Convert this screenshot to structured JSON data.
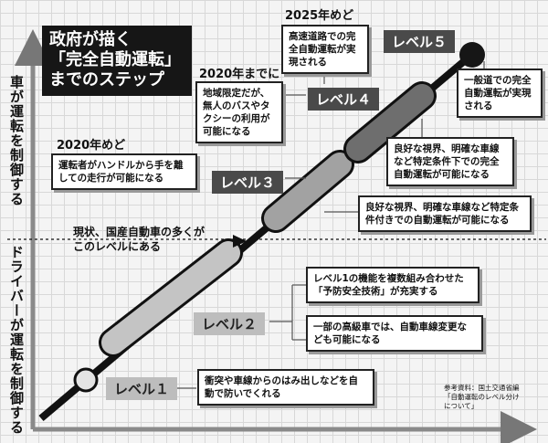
{
  "title": {
    "line1": "政府が描く",
    "line2": "「完全自動運転」",
    "line3": "までのステップ"
  },
  "axis": {
    "upper": "車が運転を制御する",
    "lower": "ドライバーが運転を制御する"
  },
  "levels": [
    {
      "label": "レベル１"
    },
    {
      "label": "レベル２"
    },
    {
      "label": "レベル３"
    },
    {
      "label": "レベル４"
    },
    {
      "label": "レベル５"
    }
  ],
  "years": {
    "y2020_around": "2020年めど",
    "y2020_by": "2020年までに",
    "y2025": "2025年めど"
  },
  "boxes": {
    "l1": "衝突や車線からのはみ出しなどを自動で防いでくれる",
    "l2a": "レベル1の機能を複数組み合わせた「予防安全技術」が充実する",
    "l2b": "一部の高級車では、自動車線変更なども可能になる",
    "l3a": "運転者がハンドルから手を離しての走行が可能になる",
    "l3b": "良好な視界、明確な車線など特定条件付きでの自動運転が可能になる",
    "l4a": "地域限定だが、無人のバスやタクシーの利用が可能になる",
    "l4b": "良好な視界、明確な車線など特定条件下での完全自動運転が可能になる",
    "l4c": "高速道路での完全自動運転が実現される",
    "l5": "一般道での完全自動運転が実現される"
  },
  "current_note": {
    "line1": "現状、国産自動車の多くが",
    "line2": "このレベルにある"
  },
  "reference": {
    "line1": "参考資料：国土交通省編",
    "line2": "「自動運転のレベル分け",
    "line3": "について」"
  }
}
